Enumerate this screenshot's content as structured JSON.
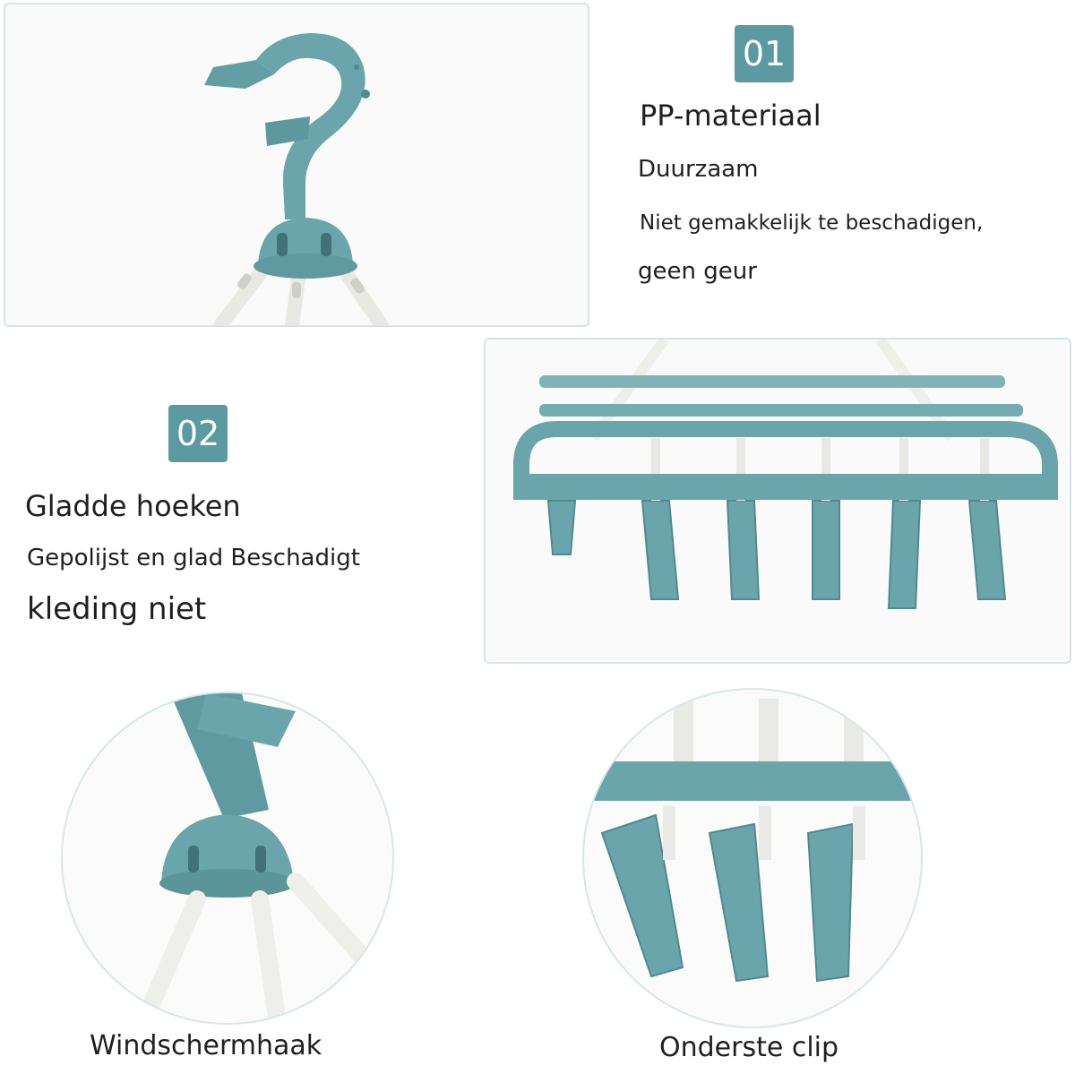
{
  "colors": {
    "accent": "#5b9aa0",
    "plastic": "#6aa5ab",
    "plastic_dark": "#4f8a90",
    "chain": "#f1f1ee",
    "border": "#d7e4e6"
  },
  "section1": {
    "number": "01",
    "title": "PP-materiaal",
    "line1": "Duurzaam",
    "line2": "Niet gemakkelijk te beschadigen,",
    "line3": "geen geur"
  },
  "section2": {
    "number": "02",
    "title": "Gladde hoeken",
    "line1": "Gepolijst en glad Beschadigt",
    "line2": "kleding niet"
  },
  "detail_left": {
    "caption": "Windschermhaak"
  },
  "detail_right": {
    "caption": "Onderste clip"
  }
}
